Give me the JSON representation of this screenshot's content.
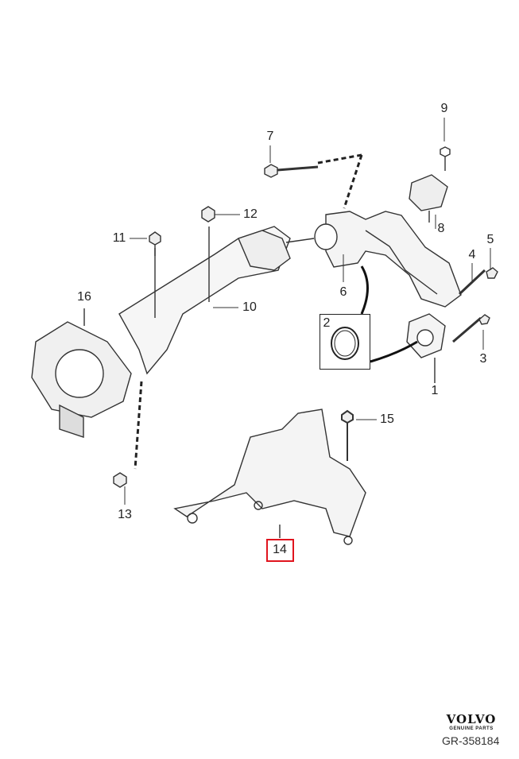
{
  "diagram": {
    "labels": [
      "1",
      "2",
      "3",
      "4",
      "5",
      "6",
      "7",
      "8",
      "9",
      "10",
      "11",
      "12",
      "13",
      "14",
      "15",
      "16"
    ],
    "highlighted_label": "14",
    "highlight_color": "#e0141e"
  },
  "logo": {
    "brand": "VOLVO",
    "tagline": "GENUINE PARTS"
  },
  "reference": "GR-358184"
}
